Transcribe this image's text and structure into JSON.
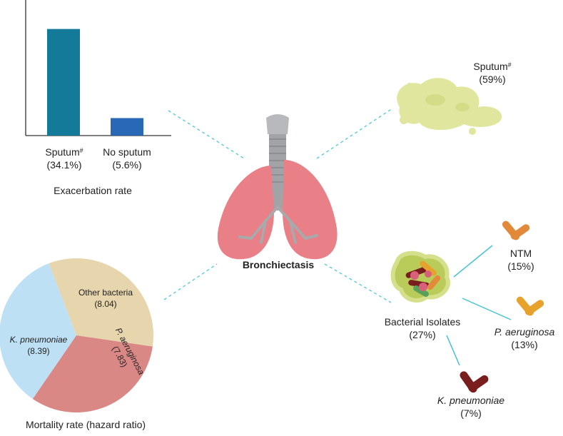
{
  "colors": {
    "bar_sputum": "#137a9a",
    "bar_no_sputum": "#2868b4",
    "pie_other": "#e6d5ad",
    "pie_kp": "#bde0f5",
    "pie_pa": "#d98886",
    "dash_line": "#5ecad6",
    "solid_line": "#45c3cf",
    "lung": "#e9858c",
    "trachea": "#9a9c9f",
    "sputum_blob": "#dfe59a",
    "ntm": "#e28a3a",
    "pa_bacteria": "#e6a22c",
    "kp_bacteria": "#7a1d1f"
  },
  "center": {
    "label": "Bronchiectasis"
  },
  "chart_data": [
    {
      "type": "bar",
      "title": "Exacerbation rate",
      "categories": [
        "Sputum#",
        "No sputum"
      ],
      "category_labels": [
        {
          "name": "Sputum",
          "sup": "#",
          "value_text": "(34.1%)"
        },
        {
          "name": "No sputum",
          "sup": "",
          "value_text": "(5.6%)"
        }
      ],
      "values": [
        34.1,
        5.6
      ],
      "ylim": [
        0,
        42
      ],
      "grid": false
    },
    {
      "type": "pie",
      "title": "Mortality rate (hazard ratio)",
      "slices": [
        {
          "name": "Other bacteria",
          "value": 8.04,
          "value_text": "(8.04)",
          "italic": false
        },
        {
          "name": "P. aeruginosa",
          "value": 7.83,
          "value_text": "(7.83)",
          "italic": true
        },
        {
          "name": "K. pneumoniae",
          "value": 8.39,
          "value_text": "(8.39)",
          "italic": true
        }
      ]
    }
  ],
  "sputum": {
    "name": "Sputum",
    "sup": "#",
    "pct": "(59%)"
  },
  "isolates": {
    "main": {
      "name": "Bacterial Isolates",
      "pct": "(27%)"
    },
    "ntm": {
      "name": "NTM",
      "pct": "(15%)"
    },
    "pa": {
      "name": "P. aeruginosa",
      "pct": "(13%)"
    },
    "kp": {
      "name": "K. pneumoniae",
      "pct": "(7%)"
    }
  }
}
